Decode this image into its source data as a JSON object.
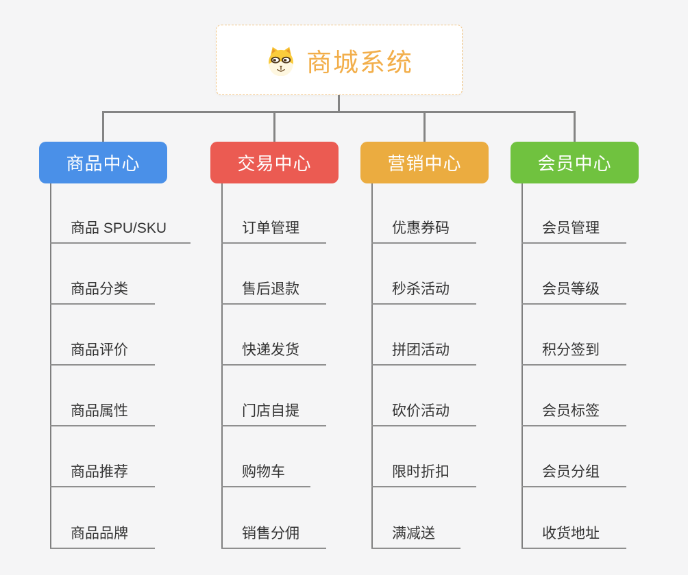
{
  "root": {
    "label": "商城系统",
    "icon": "shiba-dog-icon",
    "text_color": "#F2AE4A",
    "border_color": "#F2C483"
  },
  "connector_color": "#848484",
  "background_color": "#F5F5F6",
  "branches": [
    {
      "label": "商品中心",
      "color": "#4A90E8",
      "items": [
        "商品 SPU/SKU",
        "商品分类",
        "商品评价",
        "商品属性",
        "商品推荐",
        "商品品牌"
      ]
    },
    {
      "label": "交易中心",
      "color": "#EB5B52",
      "items": [
        "订单管理",
        "售后退款",
        "快递发货",
        "门店自提",
        "购物车",
        "销售分佣"
      ]
    },
    {
      "label": "营销中心",
      "color": "#EBAC40",
      "items": [
        "优惠券码",
        "秒杀活动",
        "拼团活动",
        "砍价活动",
        "限时折扣",
        "满减送"
      ]
    },
    {
      "label": "会员中心",
      "color": "#70C23F",
      "items": [
        "会员管理",
        "会员等级",
        "积分签到",
        "会员标签",
        "会员分组",
        "收货地址"
      ]
    }
  ]
}
